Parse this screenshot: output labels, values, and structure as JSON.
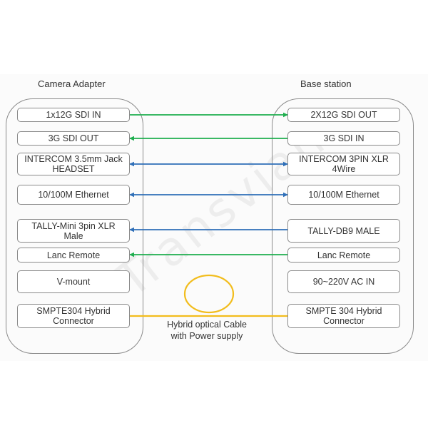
{
  "titles": {
    "left": "Camera Adapter",
    "right": "Base station"
  },
  "left_ports": [
    {
      "line1": "1x12G SDI IN",
      "line2": ""
    },
    {
      "line1": "3G SDI OUT",
      "line2": ""
    },
    {
      "line1": "INTERCOM 3.5mm Jack",
      "line2": "HEADSET"
    },
    {
      "line1": "10/100M Ethernet",
      "line2": ""
    },
    {
      "line1": "TALLY-Mini 3pin XLR",
      "line2": "Male"
    },
    {
      "line1": "Lanc Remote",
      "line2": ""
    },
    {
      "line1": "V-mount",
      "line2": ""
    },
    {
      "line1": "SMPTE304 Hybrid",
      "line2": "Connector"
    }
  ],
  "right_ports": [
    {
      "line1": "2X12G SDI OUT",
      "line2": ""
    },
    {
      "line1": "3G SDI IN",
      "line2": ""
    },
    {
      "line1": "INTERCOM 3PIN XLR",
      "line2": "4Wire"
    },
    {
      "line1": "10/100M Ethernet",
      "line2": ""
    },
    {
      "line1": "TALLY-DB9 MALE",
      "line2": ""
    },
    {
      "line1": "Lanc Remote",
      "line2": ""
    },
    {
      "line1": "90~220V AC IN",
      "line2": ""
    },
    {
      "line1": "SMPTE 304 Hybrid",
      "line2": "Connector"
    }
  ],
  "cable": {
    "line1": "Hybrid optical Cable",
    "line2": "with Power supply"
  },
  "watermark": "Transvian",
  "colors": {
    "green": "#1fae4f",
    "blue": "#2f6fb8",
    "yellow": "#f2bd1d",
    "border": "#8a8a8a"
  },
  "connections": [
    {
      "row": 0,
      "color": "green",
      "arrow": "right"
    },
    {
      "row": 1,
      "color": "green",
      "arrow": "left"
    },
    {
      "row": 2,
      "color": "blue",
      "arrow": "both"
    },
    {
      "row": 3,
      "color": "blue",
      "arrow": "both"
    },
    {
      "row": 4,
      "color": "blue",
      "arrow": "left"
    },
    {
      "row": 5,
      "color": "green",
      "arrow": "left"
    },
    {
      "row": 7,
      "color": "yellow",
      "arrow": "none"
    }
  ]
}
